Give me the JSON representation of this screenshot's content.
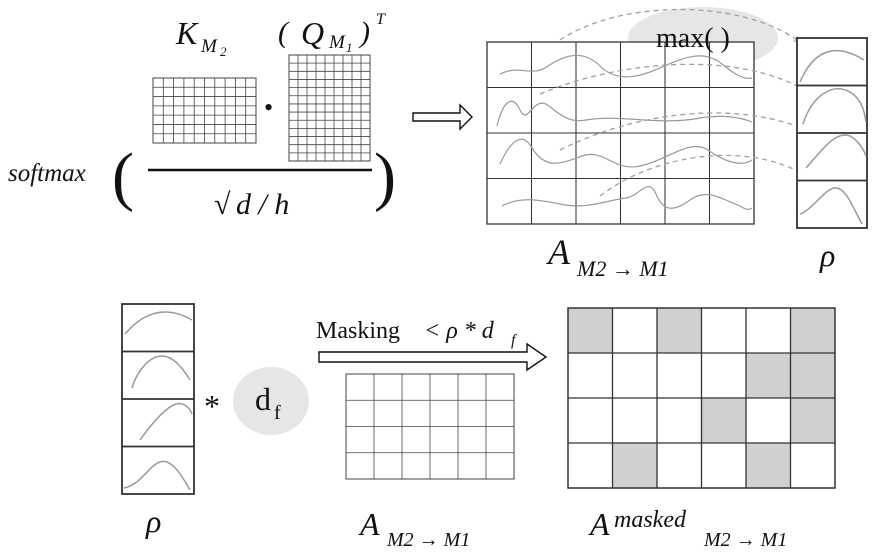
{
  "formula": {
    "k_letter": "K",
    "k_subscript": "M",
    "k_subscript_index": "2",
    "q_open": "(",
    "q_letter": "Q",
    "q_subscript": "M",
    "q_subscript_index": "1",
    "q_close": ")",
    "q_superscript": "T",
    "dot": "•",
    "softmax_label": "softmax",
    "paren_left": "(",
    "paren_right": ")",
    "sqrt_symbol": "√",
    "denominator": "d / h"
  },
  "top_right": {
    "max_label": "max( )",
    "attention_label": "A",
    "attention_subscript": "M2 → M1",
    "rho_label": "ρ"
  },
  "bottom": {
    "star": "*",
    "df_label": "d",
    "df_subscript": "f",
    "masking_label": "Masking",
    "masking_condition": "< ρ * d",
    "masking_condition_subscript": "f",
    "rho_label": "ρ",
    "attention_label": "A",
    "attention_subscript": "M2 → M1",
    "masked_label": "A",
    "masked_superscript": "masked",
    "masked_subscript": "M2 → M1"
  },
  "mask_grid": {
    "rows": 4,
    "cols": 6,
    "shaded_cells": [
      [
        0,
        0
      ],
      [
        0,
        2
      ],
      [
        0,
        5
      ],
      [
        1,
        4
      ],
      [
        1,
        5
      ],
      [
        2,
        3
      ],
      [
        2,
        5
      ],
      [
        3,
        1
      ],
      [
        3,
        4
      ]
    ],
    "shade_color": "#d0d0d0"
  },
  "colors": {
    "line": "#333333",
    "curve": "#9a9a9a",
    "dashed": "#a0a0a0",
    "bubble": "#e6e6e6"
  }
}
